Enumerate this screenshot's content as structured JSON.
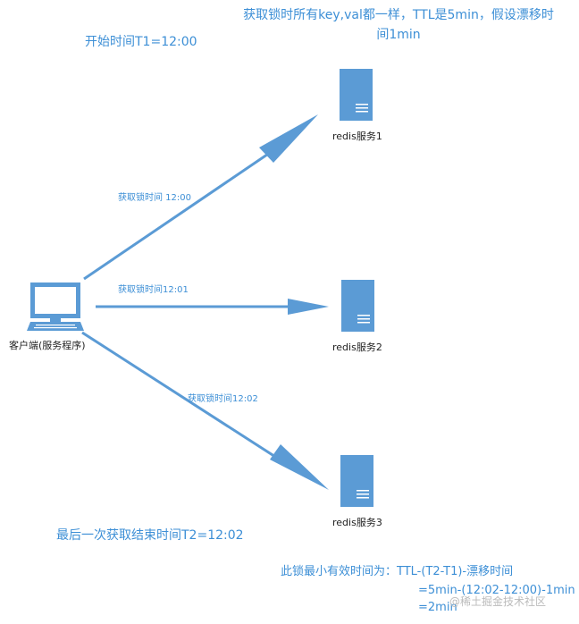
{
  "top_note": "获取锁时所有key,val都一样，TTL是5min，假设漂移时间1min",
  "start_time": "开始时间T1=12:00",
  "end_time": "最后一次获取结束时间T2=12:02",
  "client": {
    "label": "客户端(服务程序)",
    "icon": "computer-icon"
  },
  "servers": [
    {
      "label": "redis服务1",
      "icon": "server-icon"
    },
    {
      "label": "redis服务2",
      "icon": "server-icon"
    },
    {
      "label": "redis服务3",
      "icon": "server-icon"
    }
  ],
  "arrows": [
    {
      "label": "获取锁时间 12:00"
    },
    {
      "label": "获取锁时间12:01"
    },
    {
      "label": "获取锁时间12:02"
    }
  ],
  "formula": {
    "line1": "此锁最小有效时间为：TTL-(T2-T1)-漂移时间",
    "line2": "=5min-(12:02-12:00)-1min",
    "line3": "=2min"
  },
  "watermark": "@稀土掘金技术社区",
  "colors": {
    "accent": "#3d8fd6",
    "server_fill": "#5b9bd5",
    "text": "#222222"
  }
}
